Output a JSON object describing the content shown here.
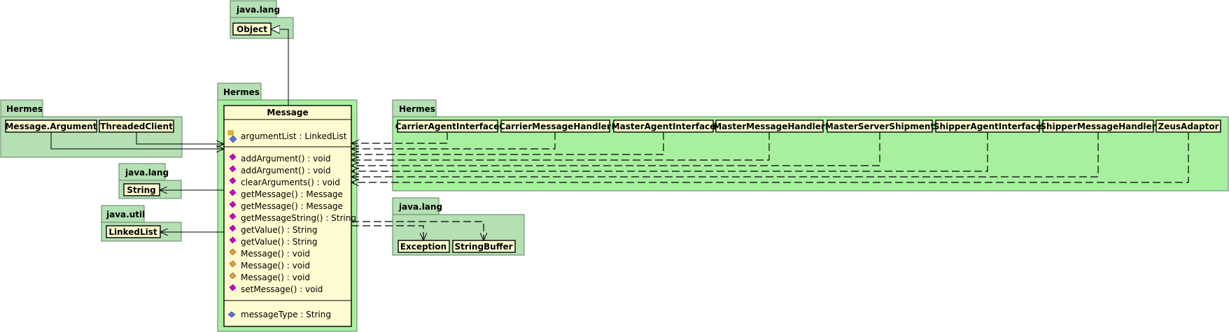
{
  "packages": {
    "java_lang_top": {
      "name": "java.lang",
      "classes": [
        "Object"
      ]
    },
    "hermes_left": {
      "name": "Hermes",
      "classes": [
        "Message.Argument",
        "ThreadedClient"
      ]
    },
    "java_lang_string": {
      "name": "java.lang",
      "classes": [
        "String"
      ]
    },
    "java_util": {
      "name": "java.util",
      "classes": [
        "LinkedList"
      ]
    },
    "hermes_main": {
      "name": "Hermes"
    },
    "hermes_right": {
      "name": "Hermes",
      "classes": [
        "CarrierAgentInterface",
        "CarrierMessageHandler",
        "MasterAgentInterface",
        "MasterMessageHandler",
        "MasterServerShipment",
        "ShipperAgentInterface",
        "ShipperMessageHandler",
        "ZeusAdaptor"
      ]
    },
    "java_lang_bottom": {
      "name": "java.lang",
      "classes": [
        "Exception",
        "StringBuffer"
      ]
    }
  },
  "message_class": {
    "name": "Message",
    "attributes": [
      "argumentList : LinkedList"
    ],
    "methods": [
      {
        "text": "addArgument() : void",
        "kind": "public"
      },
      {
        "text": "addArgument() : void",
        "kind": "public"
      },
      {
        "text": "clearArguments() : void",
        "kind": "public"
      },
      {
        "text": "getMessage() : Message",
        "kind": "public"
      },
      {
        "text": "getMessage() : Message",
        "kind": "public"
      },
      {
        "text": "getMessageString() : String",
        "kind": "public"
      },
      {
        "text": "getValue() : String",
        "kind": "public"
      },
      {
        "text": "getValue() : String",
        "kind": "public"
      },
      {
        "text": "Message() : void",
        "kind": "constructor"
      },
      {
        "text": "Message() : void",
        "kind": "constructor"
      },
      {
        "text": "Message() : void",
        "kind": "constructor"
      },
      {
        "text": "setMessage() : void",
        "kind": "public"
      }
    ],
    "fields": [
      "messageType : String"
    ]
  },
  "colors": {
    "package_fill": "#a8f0a0",
    "package_tab": "#b4e0b4",
    "class_fill": "#fffbd0",
    "method_icon": "#cc00cc",
    "constructor_icon": "#e0a040",
    "field_icon": "#6070e0"
  }
}
